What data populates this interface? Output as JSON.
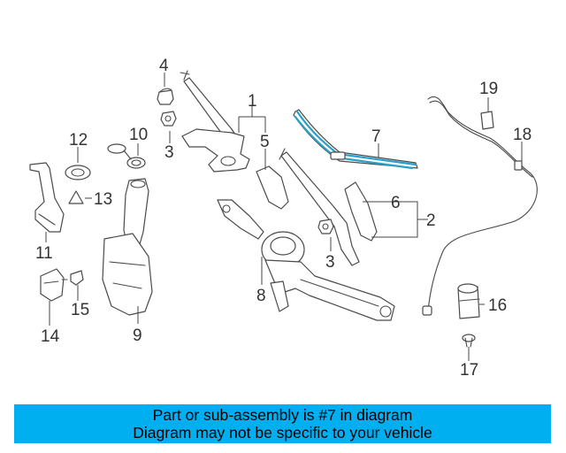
{
  "diagram": {
    "callouts": {
      "c1": "1",
      "c2": "2",
      "c3a": "3",
      "c3b": "3",
      "c4": "4",
      "c5": "5",
      "c6": "6",
      "c7": "7",
      "c8": "8",
      "c9": "9",
      "c10": "10",
      "c11": "11",
      "c12": "12",
      "c13": "13",
      "c14": "14",
      "c15": "15",
      "c16": "16",
      "c17": "17",
      "c18": "18",
      "c19": "19"
    },
    "highlight_color": "#2aa0c8"
  },
  "banner": {
    "line1": "Part or sub-assembly is #7 in diagram",
    "line2": "Diagram may not be specific to your vehicle",
    "background": "#00aff0"
  }
}
